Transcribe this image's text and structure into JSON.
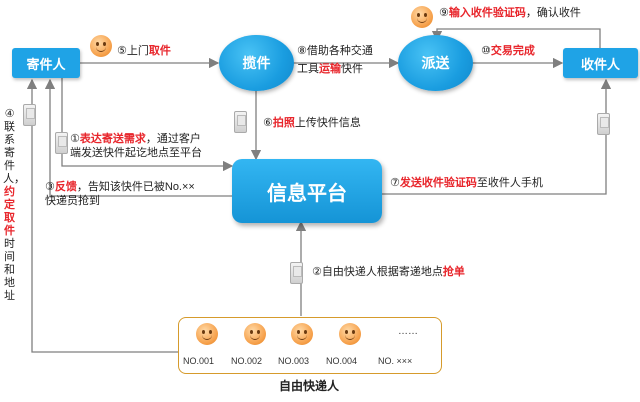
{
  "nodes": {
    "sender": "寄件人",
    "pickup": "揽件",
    "delivery": "派送",
    "receiver": "收件人",
    "platform": "信息平台"
  },
  "steps": {
    "s1_num": "①",
    "s1_red": "表达寄送需求",
    "s1_rest": "，通过客户",
    "s1_line2": "端发送快件起讫地点至平台",
    "s2_pre": "②自由快递人根据寄递地点",
    "s2_red": "抢单",
    "s3_num": "③",
    "s3_red": "反馈",
    "s3_rest": "，告知该快件已被No.××",
    "s3_line2": "快递员抢到",
    "s4_pre": "④联系寄件人，",
    "s4_red": "约定取件",
    "s4_post": "时间和地址",
    "s5_pre": "⑤上门",
    "s5_red": "取件",
    "s6_num": "⑥",
    "s6_red": "拍照",
    "s6_rest": "上传快件信息",
    "s7_num": "⑦",
    "s7_red": "发送收件验证码",
    "s7_rest": "至收件人手机",
    "s8_line1": "⑧借助各种交通",
    "s8_pre2": "工具",
    "s8_red": "运输",
    "s8_post2": "快件",
    "s9_num": "⑨",
    "s9_red": "输入收件验证码",
    "s9_rest": "，确认收件",
    "s10_num": "⑩",
    "s10_red": "交易完成"
  },
  "couriers": {
    "title": "自由快递人",
    "ids": [
      "NO.001",
      "NO.002",
      "NO.003",
      "NO.004",
      "NO. ×××"
    ],
    "ellipsis": "……"
  },
  "colors": {
    "node_blue": "#1fa3e6",
    "arrow": "#7f7f7f",
    "highlight_red": "#e8262c",
    "group_border": "#d69b2c"
  }
}
